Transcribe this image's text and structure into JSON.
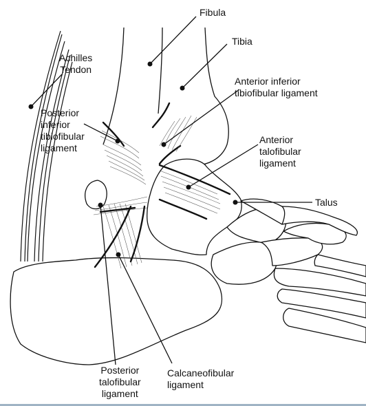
{
  "labels": {
    "fibula": "Fibula",
    "tibia": "Tibia",
    "achilles": [
      "Achilles",
      "Tendon"
    ],
    "ant_inf_tibiofibular": [
      "Anterior inferior",
      "tibiofibular ligament"
    ],
    "post_inf_tibiofibular": [
      "Posterior",
      "inferior",
      "tibiofibular",
      "ligament"
    ],
    "ant_talofibular": [
      "Anterior",
      "talofibular",
      "ligament"
    ],
    "talus": "Talus",
    "post_talofibular": [
      "Posterior",
      "talofibular",
      "ligament"
    ],
    "calcaneofibular": [
      "Calcaneofibular",
      "ligament"
    ]
  },
  "colors": {
    "line": "#111111",
    "ligament_hatch": "#555555",
    "bottom_bar": "#9fb3c4"
  }
}
